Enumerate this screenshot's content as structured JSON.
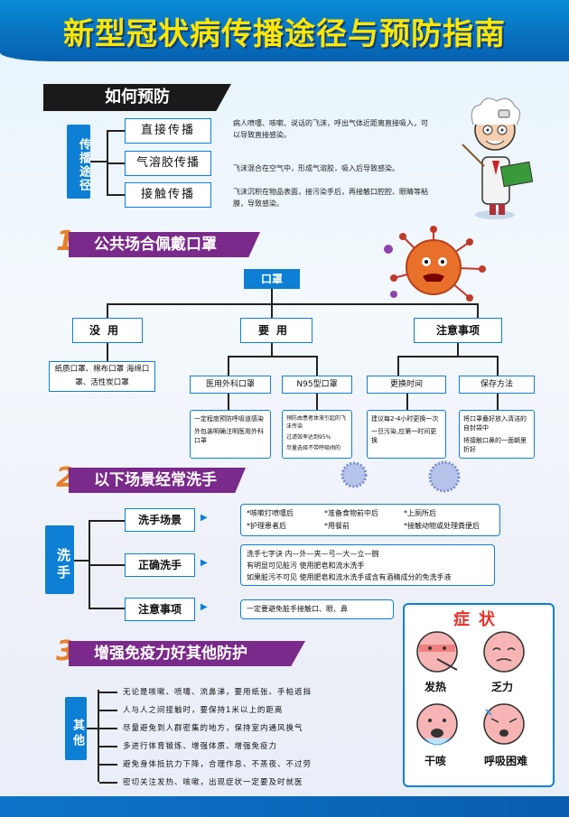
{
  "header": {
    "title": "新型冠状病传播途径与预防指南"
  },
  "transmission": {
    "banner": "如何预防",
    "label": "传播途径",
    "routes": [
      {
        "name": "直接传播",
        "desc": "病人喷嚏、咳嗽、说话的飞沫，呼出气体近距离直接吸入，可以导致直接感染。"
      },
      {
        "name": "气溶胶传播",
        "desc": "飞沫混合在空气中，形成气溶胶，吸入后导致感染。"
      },
      {
        "name": "接触传播",
        "desc": "飞沫沉积在物品表面，接污染手后，再接触口腔腔、眼睛等粘膜，导致感染。"
      }
    ]
  },
  "masks": {
    "num": "1",
    "banner": "公共场合佩戴口罩",
    "root": "口罩",
    "useless": {
      "title": "没用",
      "items": "纸质口罩、棉布口罩 海绵口罩、活性炭口罩"
    },
    "useful": {
      "title": "要用",
      "types": [
        {
          "name": "医用外科口罩",
          "lines": [
            "一定程度预防呼吸道感染",
            "外包装明确注明医用外科口罩"
          ]
        },
        {
          "name": "N95型口罩",
          "lines": [
            "预防由患者体液引起的飞沫传染",
            "过滤效率达到95%",
            "尽量选择不带呼吸阀的"
          ]
        }
      ]
    },
    "notes": {
      "title": "注意事项",
      "types": [
        {
          "name": "更换时间",
          "lines": [
            "建议每2-4小时更换一次",
            "一旦污染,应第一时间更换"
          ]
        },
        {
          "name": "保存方法",
          "lines": [
            "将口罩叠好放入清洁的自封袋中",
            "将接触口鼻的一面朝里折好"
          ]
        }
      ]
    }
  },
  "washing": {
    "num": "2",
    "banner": "以下场景经常洗手",
    "label": "洗手",
    "scenes": {
      "name": "洗手场景",
      "items": [
        "*咳嗽打喷嚏后",
        "*准备食物前中后",
        "*上厕所后",
        "*护理患者后",
        "*用餐前",
        "*接触动物或处理粪便后"
      ]
    },
    "method": {
      "name": "正确洗手",
      "lines": [
        "洗手七字诀  内—外—夹—弓—大—立—腕",
        "有明显可见脏污  使用肥皂和流水洗手",
        "如果脏污不可见  使用肥皂和流水洗手或含有酒精成分的免洗手液"
      ]
    },
    "notes": {
      "name": "注意事项",
      "line": "一定要避免脏手接触口、眼、鼻"
    }
  },
  "immunity": {
    "num": "3",
    "banner": "增强免疫力好其他防护",
    "label": "其他",
    "lines": [
      "无论是咳嗽、喷嚏、流鼻涕，要用纸张、手帕遮挡",
      "人与人之间接触时，要保持1米以上的距离",
      "尽量避免到人群密集的地方，保持室内通风换气",
      "多进行体育锻炼、增强体质、增强免疫力",
      "避免身体抵抗力下降，合理作息、不蒸夜、不过劳",
      "密切关注发热、咳嗽，出现症状一定要及时就医"
    ]
  },
  "symptoms": {
    "title": "症状",
    "items": [
      "发热",
      "乏力",
      "干咳",
      "呼吸困难"
    ]
  },
  "colors": {
    "primary": "#0d7fd4",
    "accent": "#e8802a",
    "title_yellow": "#ffe600",
    "banner_purple": "#7a2a8a"
  }
}
